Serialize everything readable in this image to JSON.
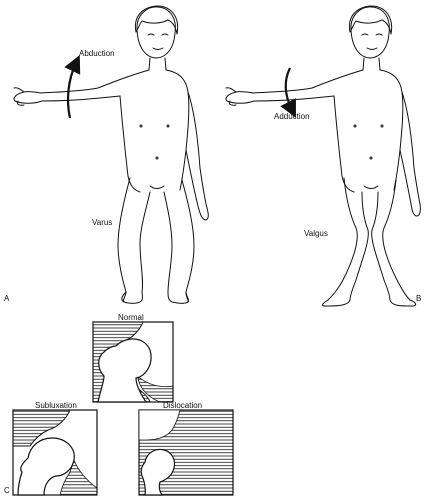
{
  "panel_a": {
    "letter": "A",
    "labels": {
      "abduction": "Abduction",
      "varus": "Varus"
    }
  },
  "panel_b": {
    "letter": "B",
    "labels": {
      "adduction": "Adduction",
      "valgus": "Valgus"
    }
  },
  "panel_c": {
    "letter": "C",
    "labels": {
      "normal": "Normal",
      "subluxation": "Subluxation",
      "dislocation": "Dislocation"
    }
  },
  "colors": {
    "ink": "#111111",
    "background": "#ffffff"
  }
}
